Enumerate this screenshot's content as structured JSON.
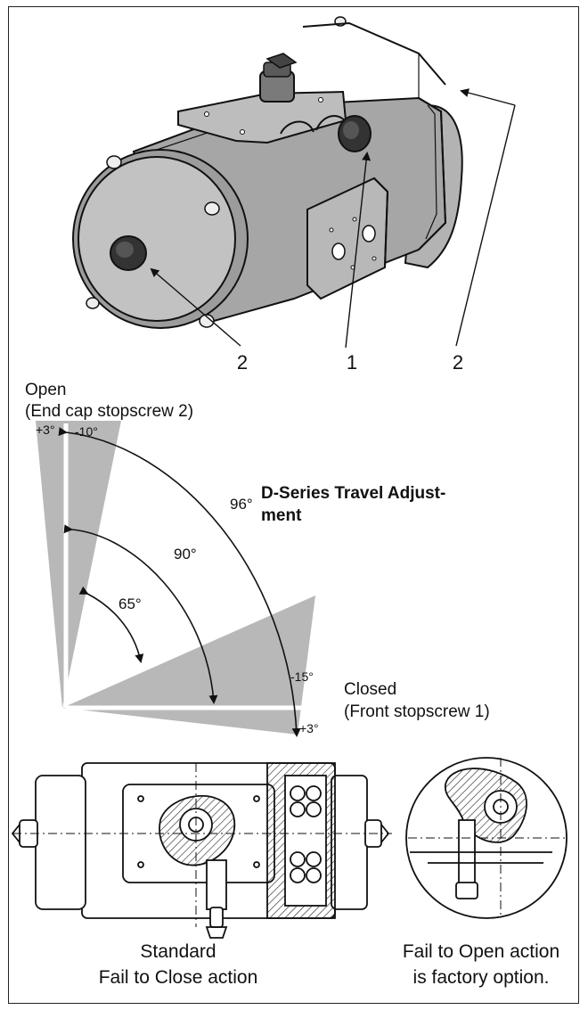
{
  "callouts": {
    "left_2": "2",
    "center_1": "1",
    "right_2": "2"
  },
  "open_label": {
    "line1": "Open",
    "line2": "(End cap stopscrew 2)"
  },
  "closed_label": {
    "line1": "Closed",
    "line2": "(Front stopscrew 1)"
  },
  "title": {
    "line1": "D-Series Travel Adjust-",
    "line2": "ment"
  },
  "angles": {
    "plus3_top": "+3°",
    "minus10": "-10°",
    "deg96": "96°",
    "deg90": "90°",
    "deg65": "65°",
    "minus15": "-15°",
    "plus3_bottom": "+3°"
  },
  "captions": {
    "standard_line1": "Standard",
    "standard_line2": "Fail to Close action",
    "option_line1": "Fail to Open action",
    "option_line2": "is factory option."
  }
}
